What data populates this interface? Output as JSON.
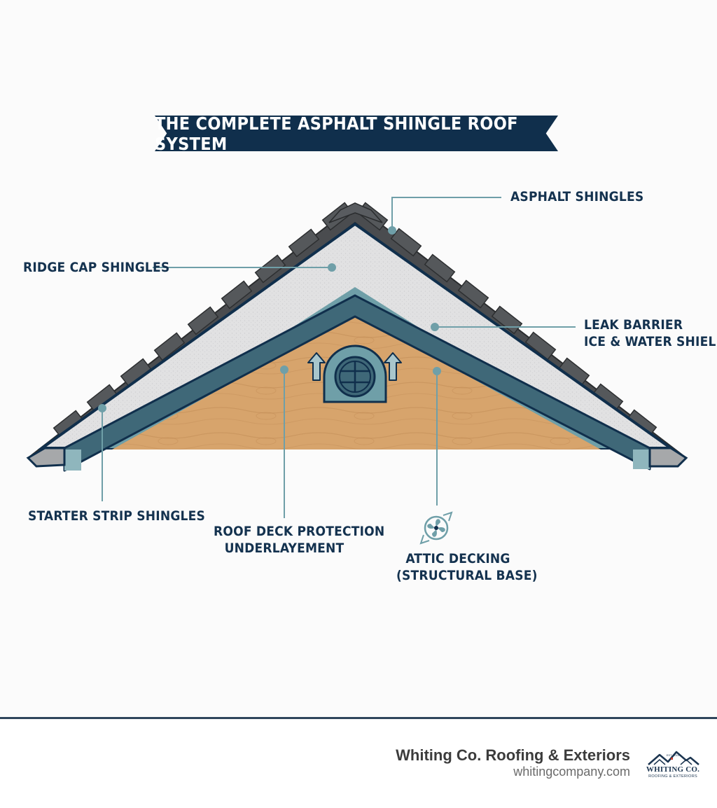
{
  "title": "THE COMPLETE ASPHALT SHINGLE ROOF SYSTEM",
  "labels": {
    "asphalt_shingles": "ASPHALT SHINGLES",
    "ridge_cap_shingles": "RIDGE CAP SHINGLES",
    "leak_barrier": [
      "LEAK BARRIER",
      "ICE & WATER SHIELD"
    ],
    "starter_strip": "STARTER STRIP SHINGLES",
    "roof_deck_protection": [
      "ROOF DECK PROTECTION",
      "UNDERLAYEMENT"
    ],
    "attic_decking": [
      "ATTIC DECKING",
      "(STRUCTURAL BASE)"
    ]
  },
  "icons": [
    "vent-icon",
    "airflow-up-arrow-icon",
    "fan-icon",
    "logo-house-icon"
  ],
  "footer": {
    "company": "Whiting Co. Roofing & Exteriors",
    "url": "whitingcompany.com",
    "logo_word": "WHITING CO.",
    "logo_sub": "ROOFING & EXTERIORS",
    "logo_est": "EST. 2010"
  },
  "colors": {
    "navy": "#102f4c",
    "shingle": "#4a4c4f",
    "barrier": "#e2e2e3",
    "underlayment": "#3f6878",
    "teal": "#6f9fa8",
    "wood": "#d7a46c"
  }
}
